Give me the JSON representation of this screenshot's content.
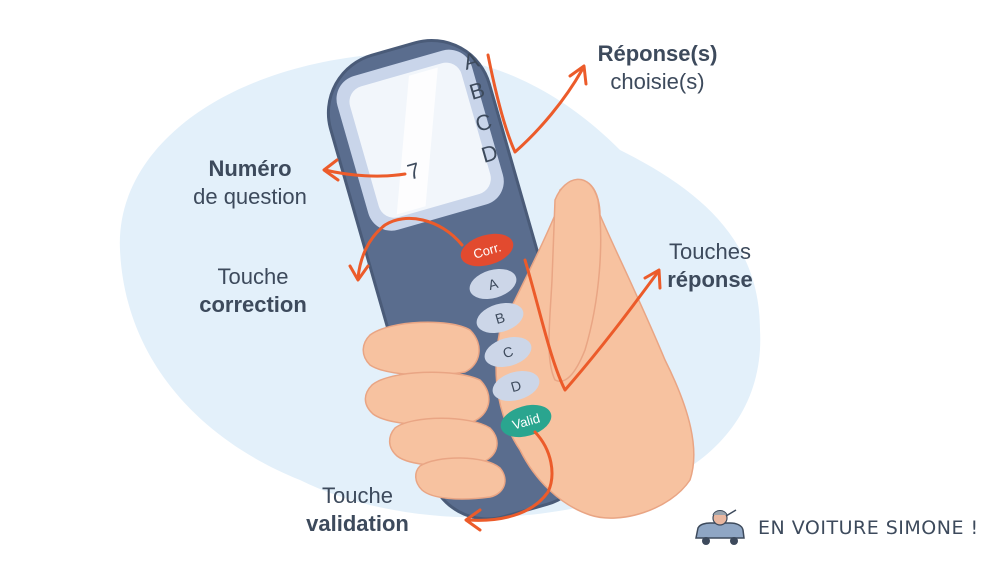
{
  "colors": {
    "blob": "#e3f0fa",
    "device_body": "#5a6d8e",
    "device_outline": "#4a5b78",
    "screen_frame": "#c9d5ea",
    "screen": "#f2f6fb",
    "key_light": "#ccd6e8",
    "key_correction": "#e24a2f",
    "key_validation": "#2aa58f",
    "arrow": "#ec5b2a",
    "skin": "#f7c2a0",
    "skin_shadow": "#e9a584",
    "text": "#3d4a5c"
  },
  "screen": {
    "letters": [
      "A",
      "B",
      "C",
      "D"
    ],
    "question_number": "7"
  },
  "keys": {
    "correction": "Corr.",
    "answers": [
      "A",
      "B",
      "C",
      "D"
    ],
    "validation": "Valid"
  },
  "labels": {
    "chosen_answers": {
      "bold": "Réponse(s)",
      "normal": "choisie(s)"
    },
    "question_number": {
      "bold": "Numéro",
      "normal": "de question"
    },
    "correction_key": {
      "normal": "Touche",
      "bold": "correction"
    },
    "answer_keys": {
      "normal": "Touches",
      "bold": "réponse"
    },
    "validation_key": {
      "normal": "Touche",
      "bold": "validation"
    }
  },
  "brand": {
    "text": "EN VOITURE SIMONE !",
    "logo": "car-driver-logo"
  }
}
